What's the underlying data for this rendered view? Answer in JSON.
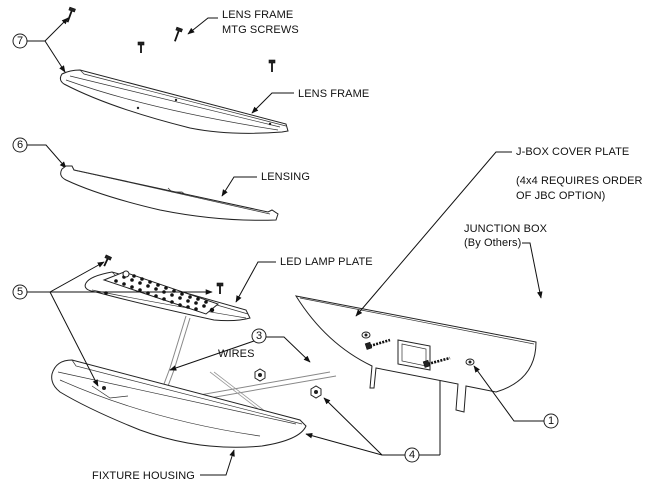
{
  "labels": {
    "lens_frame_mtg_screws_1": "LENS FRAME",
    "lens_frame_mtg_screws_2": "MTG SCREWS",
    "lens_frame": "LENS FRAME",
    "lensing": "LENSING",
    "led_lamp_plate": "LED LAMP PLATE",
    "wires": "WIRES",
    "fixture_housing": "FIXTURE HOUSING",
    "jbox_cover_plate": "J-BOX COVER PLATE",
    "jbc_note_1": "(4x4 REQUIRES ORDER",
    "jbc_note_2": "OF JBC OPTION)",
    "junction_box_1": "JUNCTION BOX",
    "junction_box_2": "(By Others)"
  },
  "callouts": {
    "c1": "1",
    "c3": "3",
    "c4": "4",
    "c5": "5",
    "c6": "6",
    "c7": "7"
  }
}
